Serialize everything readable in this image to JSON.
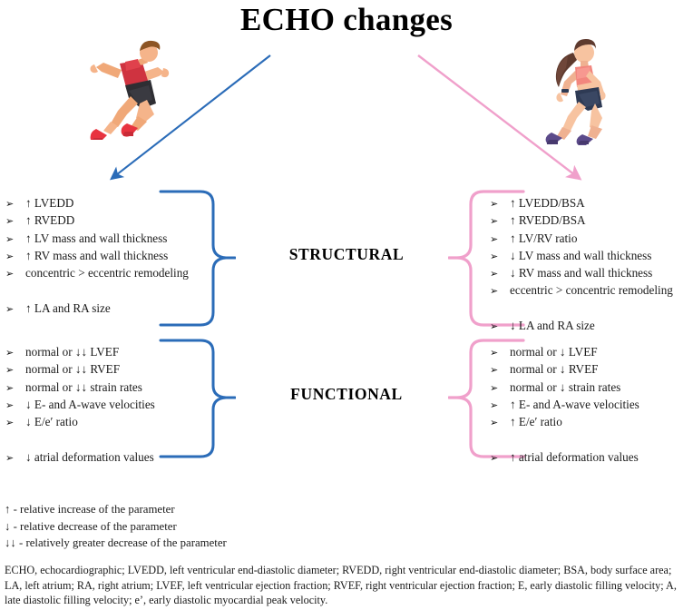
{
  "title": "ECHO changes",
  "colors": {
    "left_accent": "#2B6CB8",
    "right_accent": "#F0A0CB",
    "text": "#1a1a1a"
  },
  "figures": {
    "left": {
      "name": "male-runner",
      "skin": "#F5B48A",
      "hair": "#8D5524",
      "top": "#CF3340",
      "shorts": "#2E2E33",
      "shoes": "#E8333F"
    },
    "right": {
      "name": "female-runner",
      "skin": "#F7C3A0",
      "hair": "#5E3A2E",
      "top": "#F2867E",
      "shorts": "#2E3A54",
      "shoes": "#5B4A8A"
    }
  },
  "arrows": {
    "left": {
      "color": "#2B6CB8",
      "direction": "down-left"
    },
    "right": {
      "color": "#F0A0CB",
      "direction": "down-right"
    }
  },
  "categories": {
    "structural": "STRUCTURAL",
    "functional": "FUNCTIONAL"
  },
  "bullet_glyph": "➢",
  "left": {
    "structural": [
      {
        "text": "↑ LVEDD",
        "gap_before": false
      },
      {
        "text": "↑ RVEDD",
        "gap_before": false
      },
      {
        "text": "↑ LV mass and wall thickness",
        "gap_before": false
      },
      {
        "text": "↑ RV mass and wall thickness",
        "gap_before": false
      },
      {
        "text": "concentric > eccentric remodeling",
        "gap_before": false
      },
      {
        "text": "↑ LA and RA size",
        "gap_before": true
      }
    ],
    "functional": [
      {
        "text": "normal or ↓↓ LVEF",
        "gap_before": false
      },
      {
        "text": "normal or ↓↓ RVEF",
        "gap_before": false
      },
      {
        "text": "normal or ↓↓ strain rates",
        "gap_before": false
      },
      {
        "text": "↓ E- and A-wave velocities",
        "gap_before": false
      },
      {
        "text": "↓ E/e′ ratio",
        "gap_before": false
      },
      {
        "text": "↓ atrial deformation values",
        "gap_before": true
      }
    ]
  },
  "right": {
    "structural": [
      {
        "text": "↑ LVEDD/BSA",
        "gap_before": false
      },
      {
        "text": "↑ RVEDD/BSA",
        "gap_before": false
      },
      {
        "text": "↑ LV/RV ratio",
        "gap_before": false
      },
      {
        "text": "↓ LV mass and wall thickness",
        "gap_before": false
      },
      {
        "text": "↓ RV mass and wall thickness",
        "gap_before": false
      },
      {
        "text": "eccentric > concentric remodeling",
        "gap_before": false
      },
      {
        "text": "↓ LA and RA size",
        "gap_before": true
      }
    ],
    "functional": [
      {
        "text": "normal or ↓ LVEF",
        "gap_before": false
      },
      {
        "text": "normal or ↓ RVEF",
        "gap_before": false
      },
      {
        "text": "normal or ↓ strain rates",
        "gap_before": false
      },
      {
        "text": "↑ E- and A-wave velocities",
        "gap_before": false
      },
      {
        "text": "↑ E/e′ ratio",
        "gap_before": false
      },
      {
        "text": "↑ atrial deformation values",
        "gap_before": true
      }
    ]
  },
  "legend": [
    "↑ - relative increase of the parameter",
    "↓ - relative decrease of the parameter",
    "↓↓ - relatively greater decrease of the parameter"
  ],
  "footnote": "ECHO, echocardiographic; LVEDD, left ventricular end-diastolic diameter; RVEDD, right ventricular end-diastolic diameter; BSA, body surface area; LA, left atrium; RA, right atrium; LVEF, left ventricular ejection fraction; RVEF, right ventricular ejection fraction; E, early diastolic filling velocity; A, late diastolic filling velocity; e’, early diastolic myocardial peak velocity."
}
